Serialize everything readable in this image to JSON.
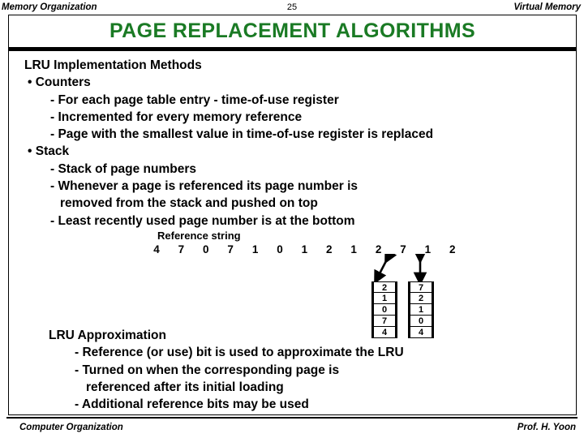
{
  "header": {
    "left": "Memory Organization",
    "page_number": "25",
    "right": "Virtual Memory"
  },
  "title": "PAGE  REPLACEMENT  ALGORITHMS",
  "title_color": "#1a7a24",
  "content": {
    "section1_heading": "LRU Implementation Methods",
    "lines": [
      {
        "indent": 1,
        "text": "• Counters"
      },
      {
        "indent": 2,
        "text": "- For each page table entry - time-of-use register"
      },
      {
        "indent": 2,
        "text": "- Incremented for every memory reference"
      },
      {
        "indent": 2,
        "text": "- Page with the smallest value in time-of-use register is replaced"
      },
      {
        "indent": 1,
        "text": "• Stack"
      },
      {
        "indent": 2,
        "text": "- Stack of page numbers"
      },
      {
        "indent": 2,
        "text": "- Whenever a page is referenced its page number is"
      },
      {
        "indent": 3,
        "text": "removed from the stack and pushed on top"
      },
      {
        "indent": 2,
        "text": "- Least recently used page number is at the bottom"
      }
    ],
    "section2_heading": "LRU Approximation",
    "lines2": [
      {
        "indent": 1,
        "text": "- Reference (or use) bit is used to approximate the LRU"
      },
      {
        "indent": 1,
        "text": "- Turned on when the corresponding page is"
      },
      {
        "indent": 2,
        "text": "referenced after its initial loading"
      },
      {
        "indent": 1,
        "text": "- Additional reference bits may be used"
      }
    ]
  },
  "diagram": {
    "reference_string_label": "Reference string",
    "reference_string": [
      "4",
      "7",
      "0",
      "7",
      "1",
      "0",
      "1",
      "2",
      "1",
      "2",
      "7",
      "1",
      "2"
    ],
    "stack_before": {
      "caption_index": 9,
      "cells": [
        "2",
        "1",
        "0",
        "7",
        "4"
      ]
    },
    "stack_after": {
      "caption_index": 10,
      "cells": [
        "7",
        "2",
        "1",
        "0",
        "4"
      ]
    }
  },
  "footer": {
    "left": "Computer Organization",
    "right": "Prof. H. Yoon"
  }
}
